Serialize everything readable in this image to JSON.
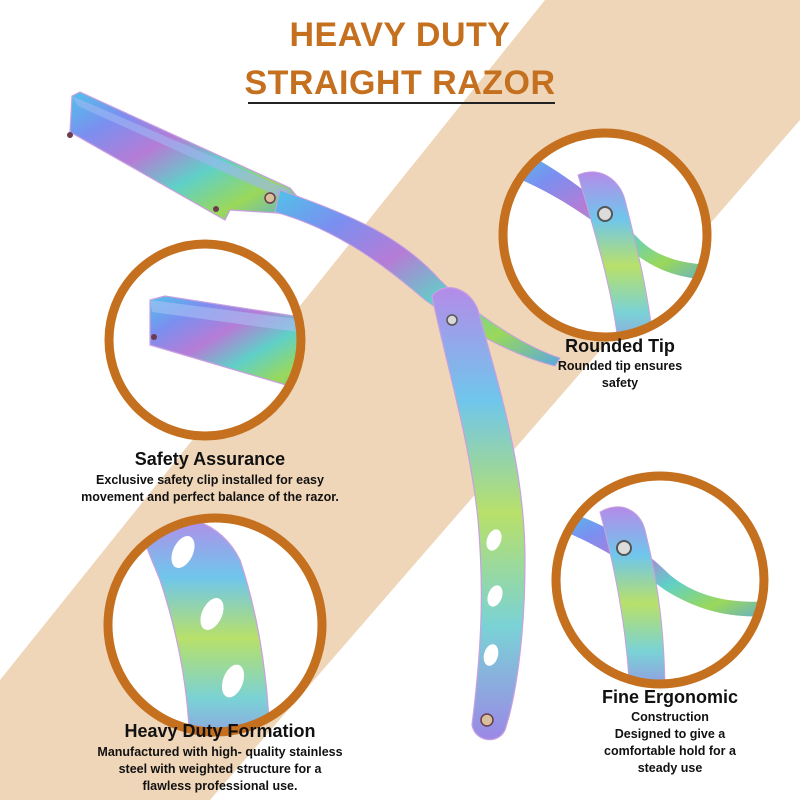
{
  "header": {
    "title_line1": "HEAVY DUTY",
    "title_line2": "STRAIGHT RAZOR"
  },
  "features": {
    "safety": {
      "heading": "Safety Assurance",
      "line1": "Exclusive safety clip installed for easy",
      "line2": "movement and perfect balance of the razor."
    },
    "rounded_tip": {
      "heading": "Rounded Tip",
      "line1": "Rounded tip ensures",
      "line2": "safety"
    },
    "formation": {
      "heading": "Heavy Duty Formation",
      "line1": "Manufactured with high- quality stainless",
      "line2": "steel with weighted structure for a",
      "line3": "flawless professional use."
    },
    "ergonomic": {
      "heading": "Fine Ergonomic",
      "line1": "Construction",
      "line2": "Designed to give a",
      "line3": "comfortable hold for a",
      "line4": "steady use"
    }
  },
  "colors": {
    "accent": "#c4701f",
    "band": "#f0d6b8",
    "circle_ring": "#c4701f"
  },
  "icons": [
    "straight-razor-image",
    "zoom-circle"
  ]
}
